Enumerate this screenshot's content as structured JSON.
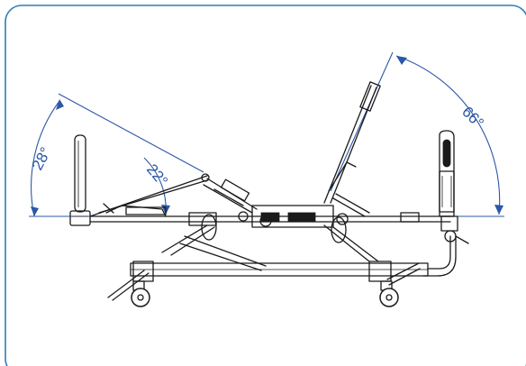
{
  "diagram": {
    "angles": {
      "head_board_angle": "28°",
      "leg_section_angle": "22°",
      "back_section_angle": "66°"
    },
    "colors": {
      "frame_border": "#2f7fb8",
      "dimension": "#2b57a6",
      "drawing": "#1a1a1a"
    }
  }
}
